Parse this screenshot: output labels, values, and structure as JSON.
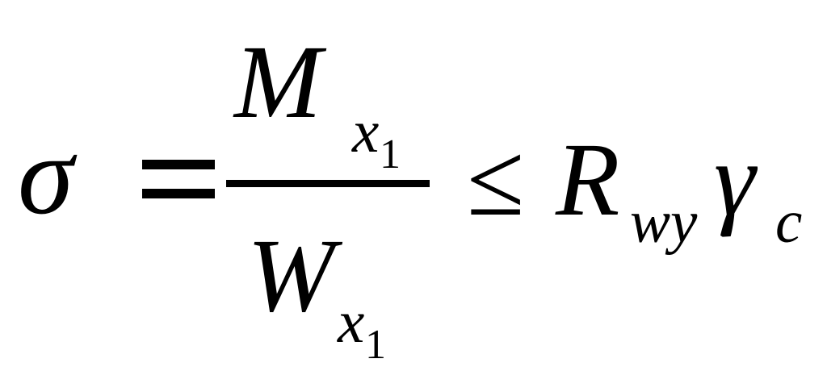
{
  "formula": {
    "lhs": "σ",
    "equals": "=",
    "numerator": {
      "base": "M",
      "subscript": "x",
      "subsubscript": "1"
    },
    "denominator": {
      "base": "W",
      "subscript": "x",
      "subsubscript": "1"
    },
    "relation": "≤",
    "rhs": {
      "resistance": {
        "base": "R",
        "subscript": "wy"
      },
      "factor": {
        "base": "γ",
        "subscript": "c"
      }
    }
  },
  "colors": {
    "ink": "#000000",
    "background": "#ffffff"
  }
}
